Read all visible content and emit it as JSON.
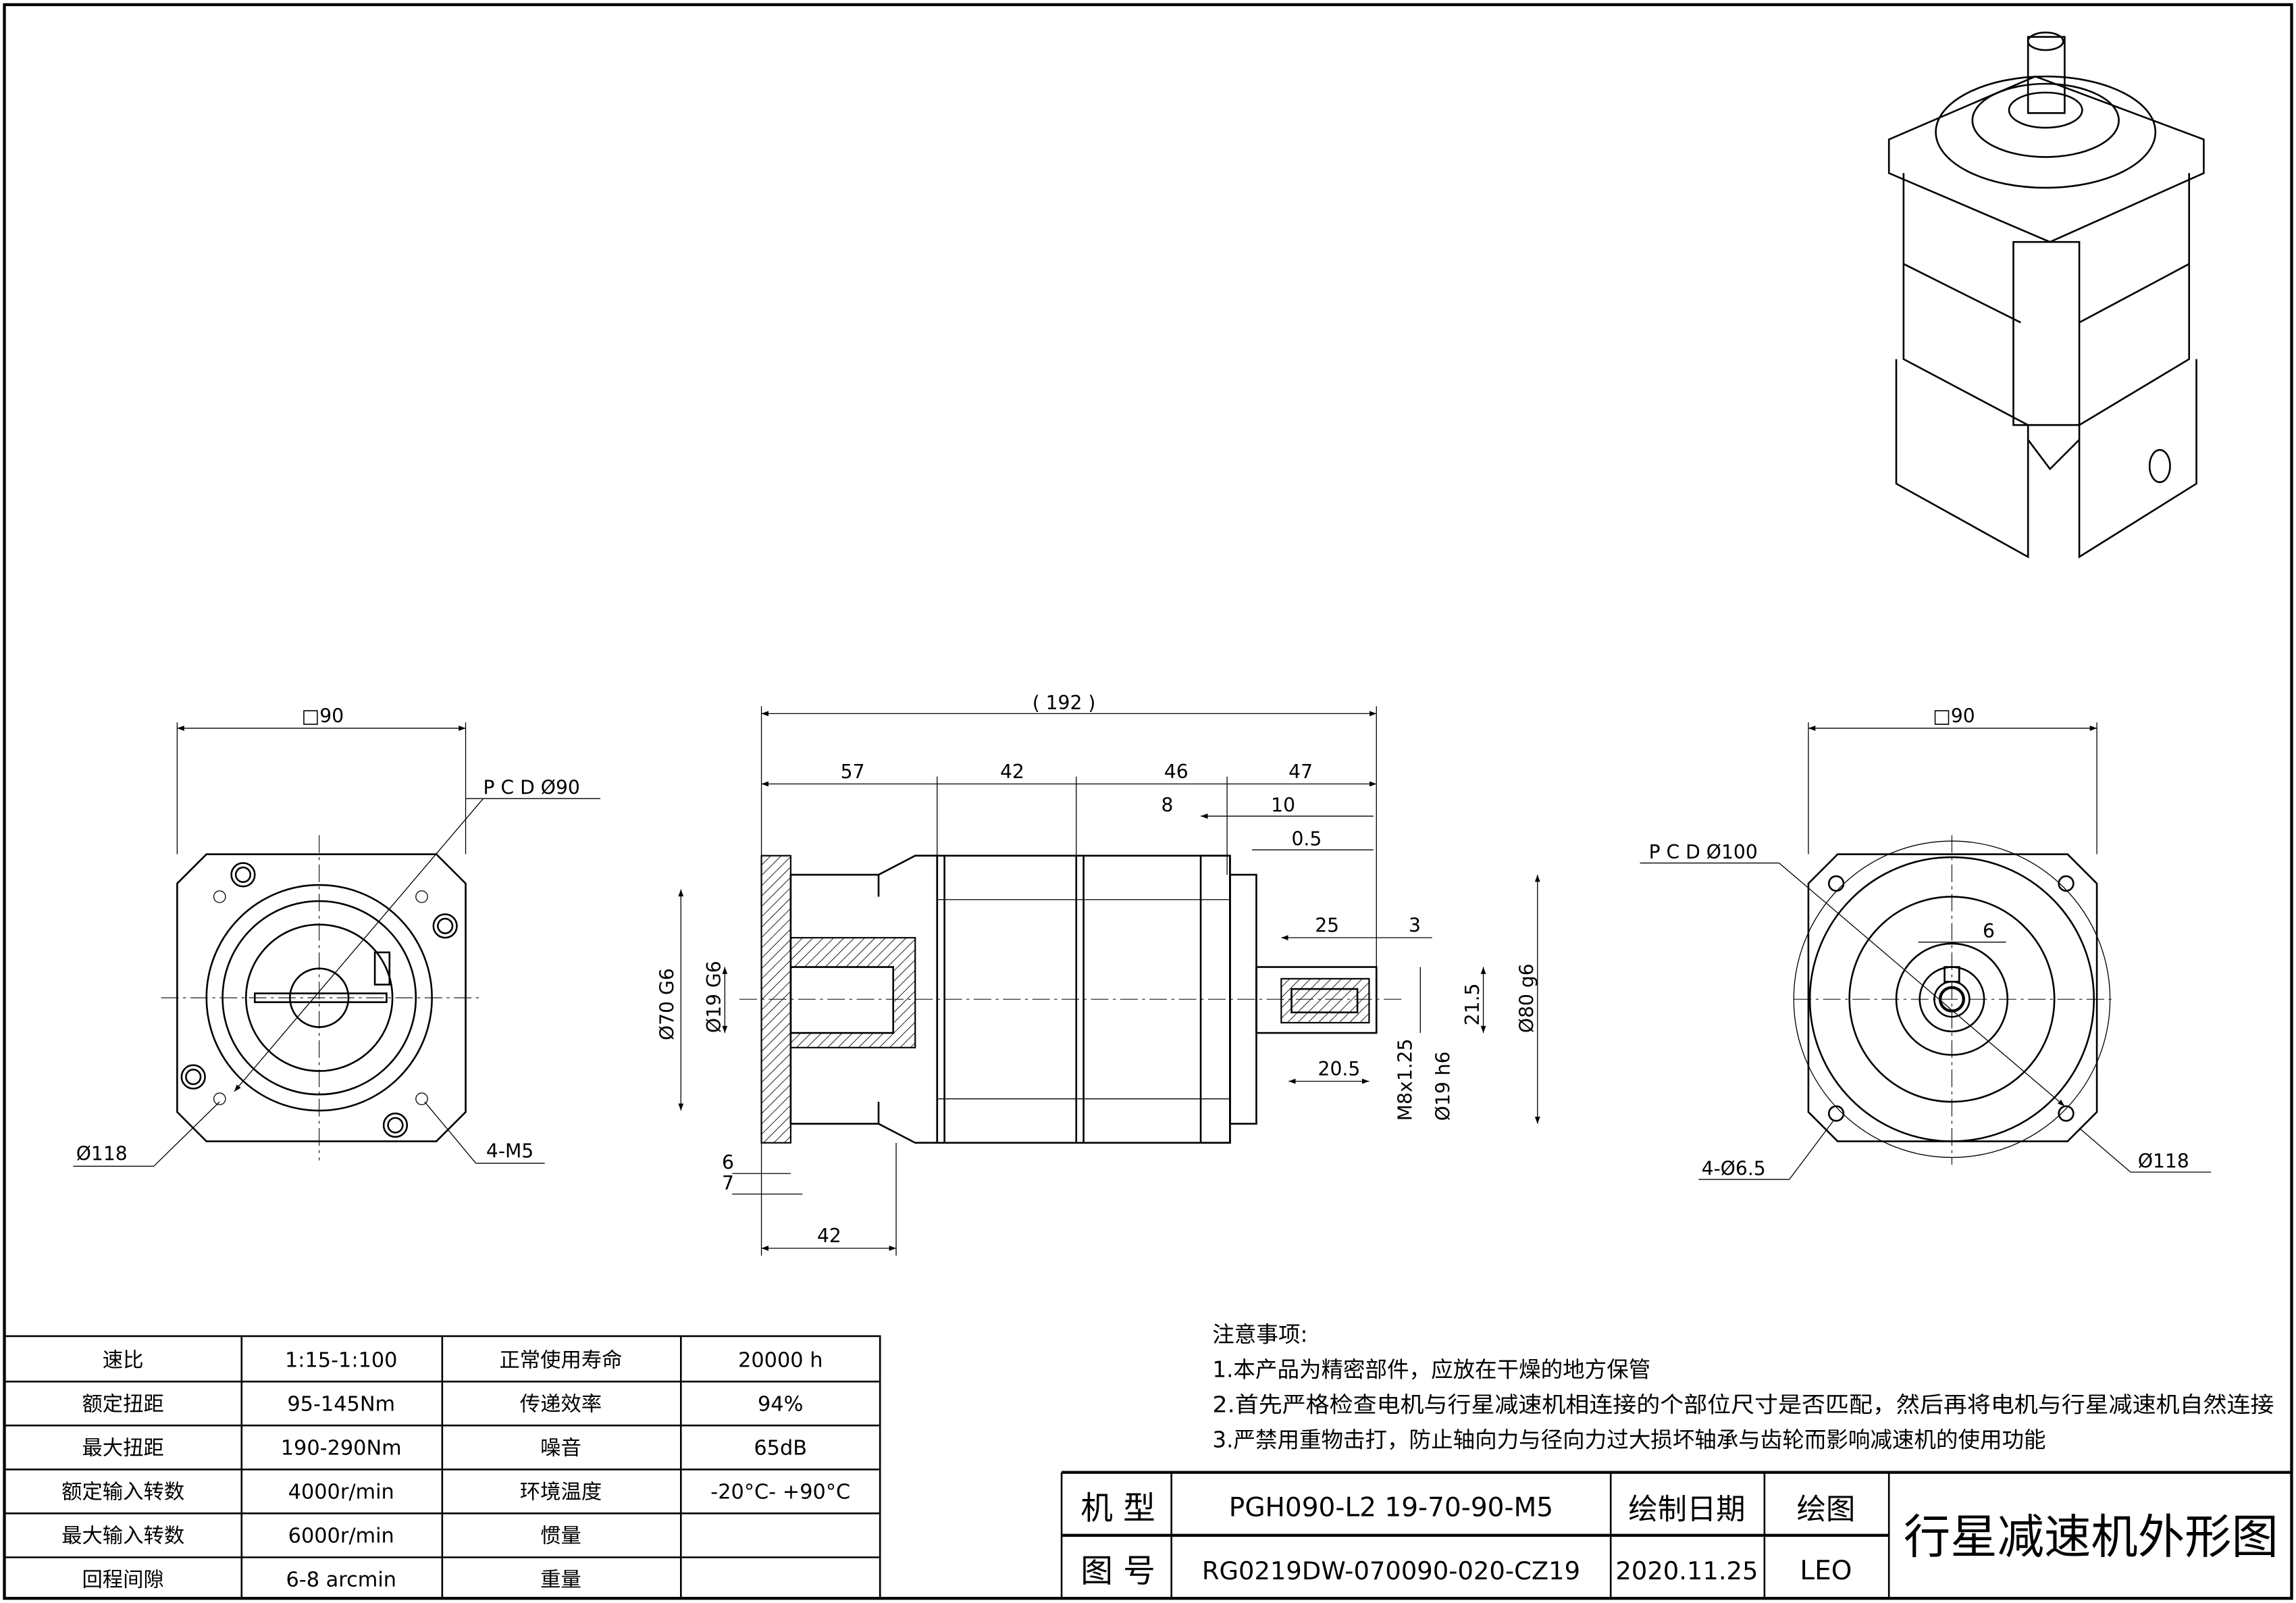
{
  "views": {
    "left": {
      "square": "□90",
      "pcd": "P C D Ø90",
      "outer_dia": "Ø118",
      "holes": "4-M5"
    },
    "side": {
      "overall": "( 192 )",
      "segments": [
        "57",
        "42",
        "46",
        "47"
      ],
      "d8": "8",
      "d10": "10",
      "d05": "0.5",
      "d25": "25",
      "d3": "3",
      "d215": "21.5",
      "d205": "20.5",
      "bore70": "Ø70 G6",
      "bore19": "Ø19 G6",
      "thread": "M8x1.25",
      "shaft": "Ø19 h6",
      "pilot": "Ø80 g6",
      "d6": "6",
      "d7": "7",
      "d42": "42"
    },
    "right": {
      "square": "□90",
      "pcd": "P C D Ø100",
      "key": "6",
      "holes": "4-Ø6.5",
      "outer_dia": "Ø118"
    }
  },
  "specs": [
    [
      "速比",
      "1:15-1:100",
      "正常使用寿命",
      "20000 h"
    ],
    [
      "额定扭距",
      "95-145Nm",
      "传递效率",
      "94%"
    ],
    [
      "最大扭距",
      "190-290Nm",
      "噪音",
      "65dB"
    ],
    [
      "额定输入转数",
      "4000r/min",
      "环境温度",
      "-20°C- +90°C"
    ],
    [
      "最大输入转数",
      "6000r/min",
      "惯量",
      ""
    ],
    [
      "回程间隙",
      "6-8 arcmin",
      "重量",
      ""
    ]
  ],
  "notes": {
    "heading": "注意事项:",
    "items": [
      "1.本产品为精密部件，应放在干燥的地方保管",
      "2.首先严格检查电机与行星减速机相连接的个部位尺寸是否匹配，然后再将电机与行星减速机自然连接",
      "3.严禁用重物击打，防止轴向力与径向力过大损坏轴承与齿轮而影响减速机的使用功能"
    ]
  },
  "title_block": {
    "model_label": "机 型",
    "model": "PGH090-L2 19-70-90-M5",
    "drawing_no_label": "图 号",
    "drawing_no": "RG0219DW-070090-020-CZ19",
    "date_label": "绘制日期",
    "date": "2020.11.25",
    "drawer_label": "绘图",
    "drawer": "LEO",
    "title": "行星减速机外形图"
  }
}
